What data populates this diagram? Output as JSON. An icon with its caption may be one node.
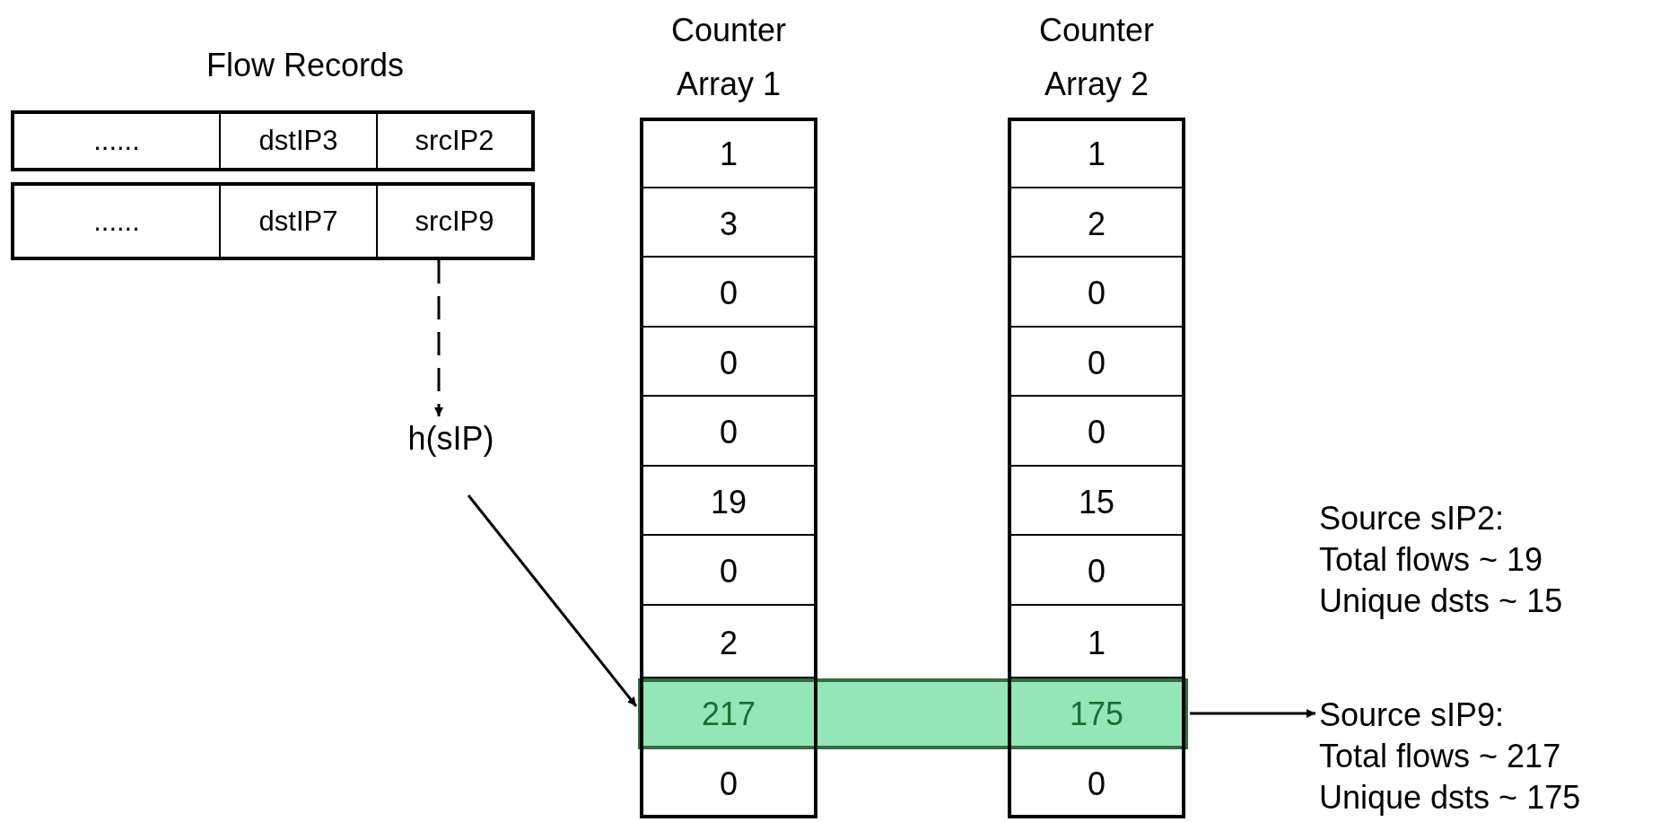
{
  "diagram": {
    "nodes": [
      {
        "text": [
          "......",
          "dstIP3",
          "srcIP2"
        ]
      },
      {
        "text": [
          "......",
          "dstIP7",
          "srcIP9"
        ]
      },
      {
        "text": [
          "h(sIP)"
        ]
      },
      {
        "text": [
          "Counter Array 1"
        ]
      },
      {
        "text": [
          "1"
        ],
        "in": 3
      },
      {
        "text": [
          "3"
        ],
        "in": 3
      },
      {
        "text": [
          "0"
        ],
        "in": 3
      },
      {
        "text": [
          "0"
        ],
        "in": 3
      },
      {
        "text": [
          "0"
        ],
        "in": 3
      },
      {
        "text": [
          "19"
        ],
        "in": 3
      },
      {
        "text": [
          "0"
        ],
        "in": 3
      },
      {
        "text": [
          "2"
        ],
        "in": 3
      },
      {
        "text": [
          "217"
        ]
      },
      {
        "text": [
          "0"
        ],
        "in": 3
      },
      {
        "text": [
          "Counter Array 2"
        ]
      },
      {
        "text": [
          "1"
        ],
        "in": 14
      },
      {
        "text": [
          "2"
        ],
        "in": 14
      },
      {
        "text": [
          "0"
        ],
        "in": 14
      },
      {
        "text": [
          "0"
        ],
        "in": 14
      },
      {
        "text": [
          "0"
        ],
        "in": 14
      },
      {
        "text": [
          "15"
        ],
        "in": 14
      },
      {
        "text": [
          "0"
        ],
        "in": 14
      },
      {
        "text": [
          "1"
        ],
        "in": 14
      },
      {
        "text": [
          "175"
        ]
      },
      {
        "text": [
          "0"
        ],
        "in": 14
      },
      {
        "text": [],
        "shape": "bar"
      },
      {
        "text": [
          "Source sIP9:",
          "Total flows ~ 217",
          "Unique dsts ~ 175"
        ]
      }
    ],
    "edges": [
      {
        "from": 1,
        "to": 2,
        "arrow": "to",
        "style": "dashed"
      },
      {
        "from": 2,
        "to": 25,
        "arrow": "to"
      },
      {
        "from": 25,
        "to": 26,
        "arrow": "to"
      }
    ],
    "labels": [
      "Flow Records",
      "Source sIP2:",
      "Total flows ~ 19",
      "Unique dsts ~ 15"
    ]
  }
}
